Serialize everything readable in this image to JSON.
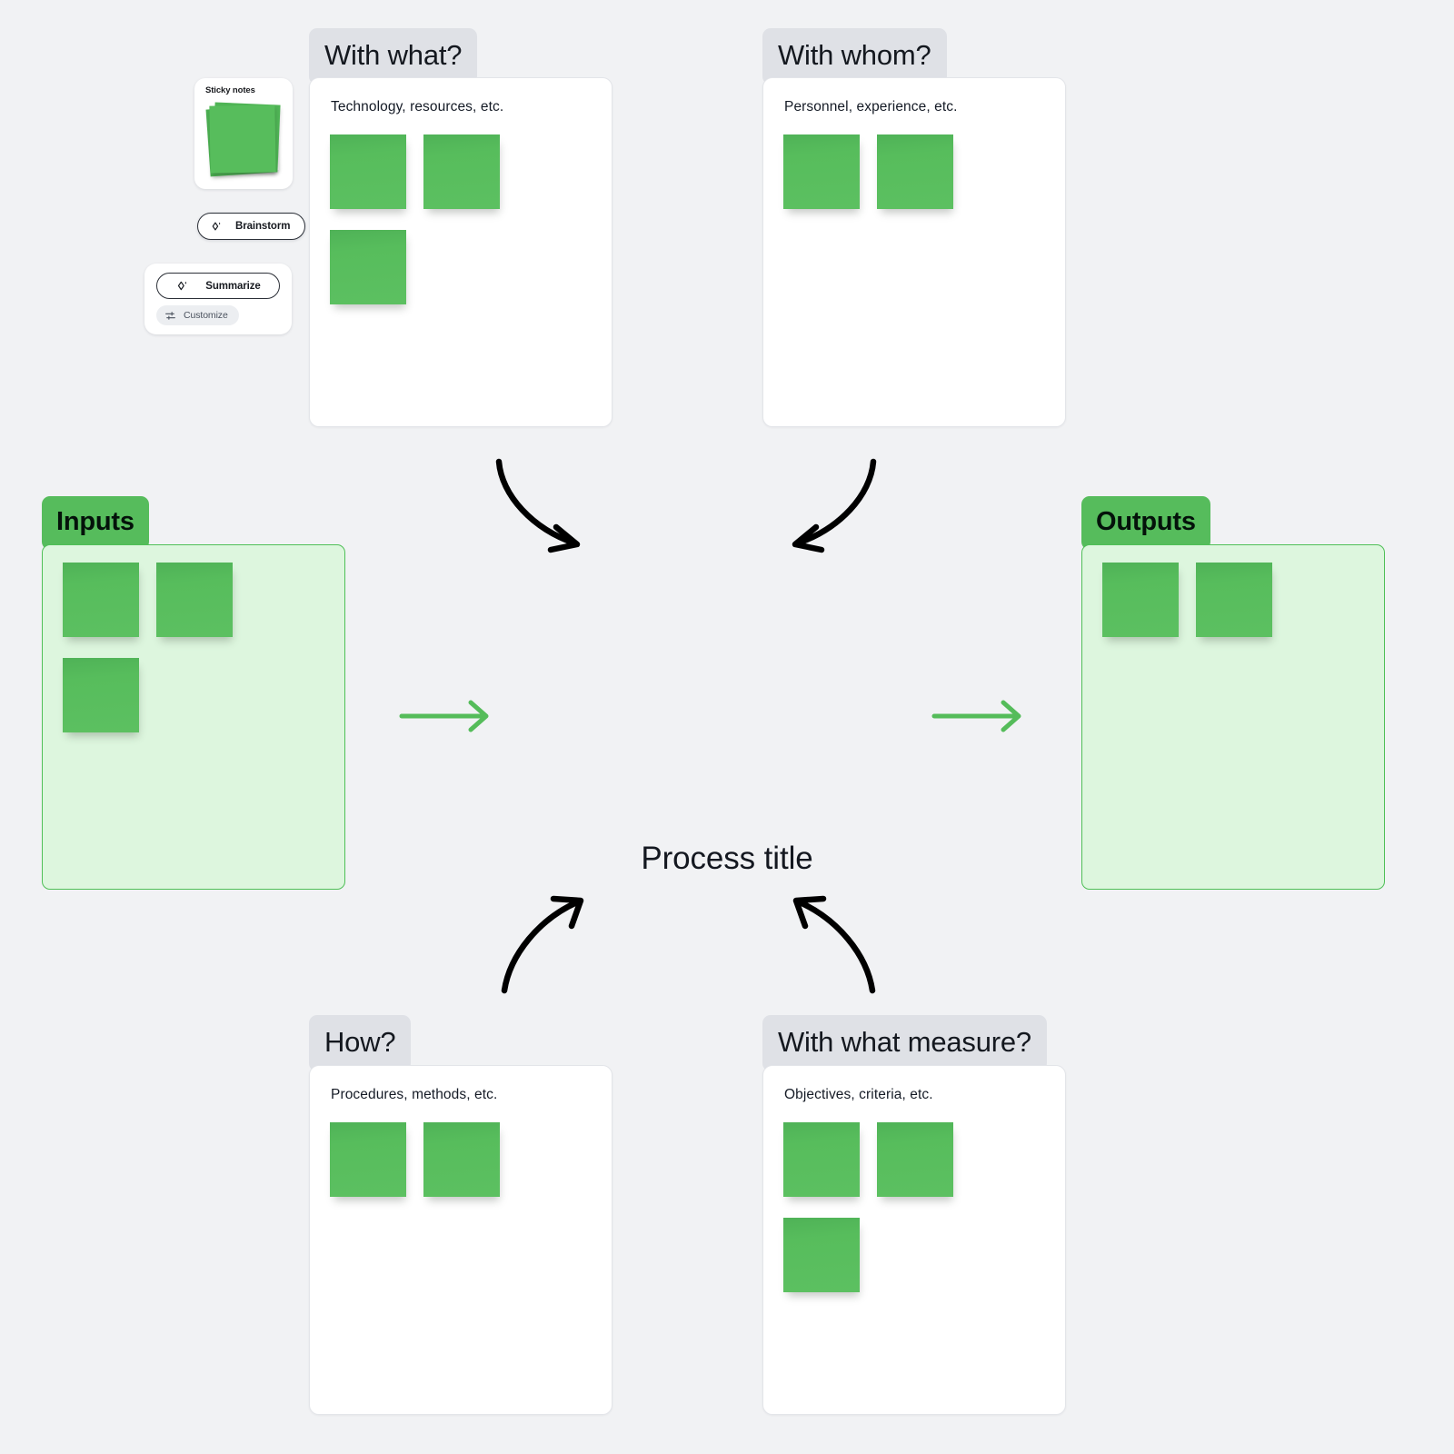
{
  "canvas": {
    "background": "#f1f2f4",
    "process_title": "Process title"
  },
  "palette": {
    "note_green": "#55bb5a",
    "panel_fill": "#ddf6de",
    "panel_border": "#4fbf57",
    "pill_grey": "#dfe1e6",
    "arrow_black": "#000000",
    "arrow_green": "#55bc5a"
  },
  "toolbar": {
    "sticky_notes_card": {
      "title": "Sticky notes",
      "icon": "sticky-note-stack-icon"
    },
    "brainstorm_button": {
      "label": "Brainstorm",
      "icon": "ai-sparkle-icon"
    },
    "summarize_panel": {
      "summarize_button": {
        "label": "Summarize",
        "icon": "ai-sparkle-icon"
      },
      "customize_button": {
        "label": "Customize",
        "icon": "sliders-icon"
      }
    }
  },
  "sections": {
    "with_what": {
      "header": "With what?",
      "hint": "Technology, resources, etc.",
      "note_count": 3
    },
    "with_whom": {
      "header": "With whom?",
      "hint": "Personnel, experience, etc.",
      "note_count": 2
    },
    "how": {
      "header": "How?",
      "hint": "Procedures, methods, etc.",
      "note_count": 2
    },
    "with_what_measure": {
      "header": "With what measure?",
      "hint": "Objectives, criteria, etc.",
      "note_count": 3
    },
    "inputs": {
      "header": "Inputs",
      "note_count": 3
    },
    "outputs": {
      "header": "Outputs",
      "note_count": 2
    }
  },
  "arrows": {
    "inputs_to_process": "green-arrow-right",
    "process_to_outputs": "green-arrow-right",
    "with_what_to_process": "curved-arrow-down-right",
    "with_whom_to_process": "curved-arrow-down-left",
    "how_to_process": "curved-arrow-up-right",
    "measure_to_process": "curved-arrow-up-left"
  }
}
